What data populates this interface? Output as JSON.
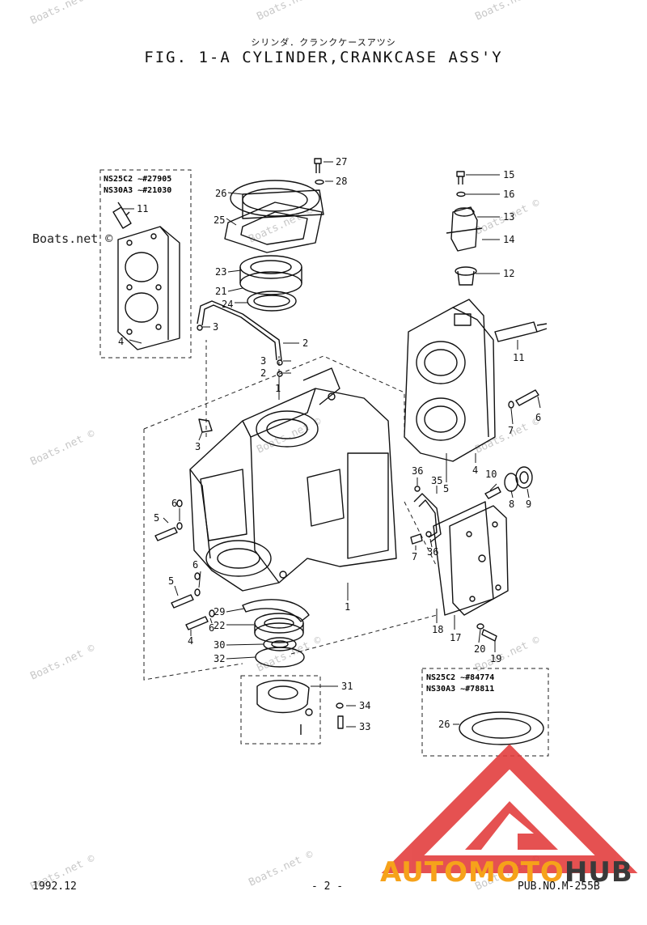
{
  "titles": {
    "japanese": "シリンダ．クランクケースアツシ",
    "figure": "FIG.  1-A CYLINDER,CRANKCASE ASS'Y"
  },
  "watermark": {
    "text": "Boats.net ©"
  },
  "inset_top_left": {
    "line1": "NS25C2   ~#27905",
    "line2": "NS30A3   ~#21030"
  },
  "inset_bottom_right": {
    "line1": "NS25C2   ~#84774",
    "line2": "NS30A3   ~#78811"
  },
  "callouts": {
    "c27": "27",
    "c28": "28",
    "c26": "26",
    "c25": "25",
    "c23": "23",
    "c21": "21",
    "c24": "24",
    "c11a": "11",
    "c4a": "4",
    "c3a": "3",
    "c2a": "2",
    "c3b": "3",
    "c2b": "2",
    "c1a": "1",
    "c3c": "3",
    "c15": "15",
    "c16": "16",
    "c13": "13",
    "c14": "14",
    "c12": "12",
    "c11b": "11",
    "c6a": "6",
    "c7a": "7",
    "c4b": "4",
    "c5a": "5",
    "c36a": "36",
    "c35": "35",
    "c10": "10",
    "c8": "8",
    "c9": "9",
    "c7b": "7",
    "c36b": "36",
    "c6b": "6",
    "c5b": "5",
    "c6c": "6",
    "c5c": "5",
    "c6d": "6",
    "c4c": "4",
    "c1b": "1",
    "c29": "29",
    "c22": "22",
    "c30": "30",
    "c32": "32",
    "c31": "31",
    "c34": "34",
    "c33": "33",
    "c18": "18",
    "c17": "17",
    "c20": "20",
    "c19": "19",
    "c26b": "26"
  },
  "footer": {
    "date": "1992.12",
    "page": "- 2 -",
    "pub": "PUB.NO.M-255B"
  },
  "brand": {
    "part1": "AUTOMOTO",
    "part2": "HUB",
    "accent_color": "#f6a21a",
    "logo_color": "#e23a3a"
  }
}
